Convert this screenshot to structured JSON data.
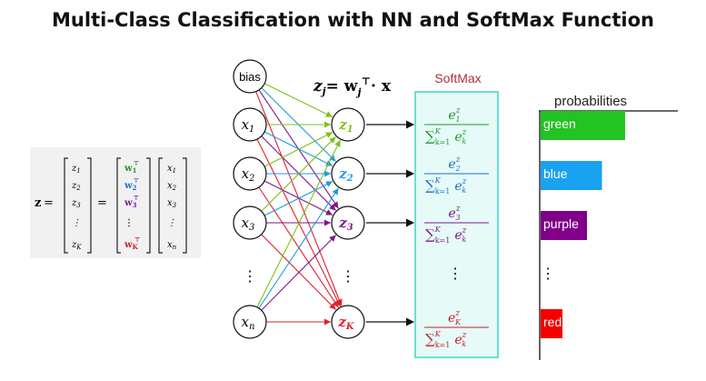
{
  "title": "Multi-Class Classification with NN and SoftMax Function",
  "matrix": {
    "lhs": "z",
    "equals": "=",
    "z_entries": [
      "z",
      "z",
      "z",
      "⋮",
      "z"
    ],
    "z_subs": [
      "1",
      "2",
      "3",
      "",
      "K"
    ],
    "w_entries": [
      "w",
      "w",
      "w",
      "⋮",
      "w"
    ],
    "w_subs": [
      "1",
      "2",
      "3",
      "",
      "K"
    ],
    "w_sup": "⊤",
    "x_entries": [
      "x",
      "x",
      "x",
      "⋮",
      "x"
    ],
    "x_subs": [
      "1",
      "2",
      "3",
      "",
      "n"
    ],
    "colors": [
      "#2e8b2e",
      "#1e6fd9",
      "#7b1fa2",
      "#333333",
      "#d0202a"
    ]
  },
  "inputs": {
    "bias": "bias",
    "nodes": [
      {
        "base": "x",
        "sub": "1"
      },
      {
        "base": "x",
        "sub": "2"
      },
      {
        "base": "x",
        "sub": "3"
      },
      {
        "base": "⋮",
        "sub": ""
      },
      {
        "base": "x",
        "sub": "n"
      }
    ]
  },
  "equation": {
    "lhs": "z",
    "lhs_sub": "j",
    "eq": "= w",
    "w_sub": "j",
    "w_sup": "⊤",
    "dot": "· x"
  },
  "outputs": [
    {
      "base": "z",
      "sub": "1",
      "color": "#7cc21a"
    },
    {
      "base": "z",
      "sub": "2",
      "color": "#1f9be0"
    },
    {
      "base": "z",
      "sub": "3",
      "color": "#7b1a8c"
    },
    {
      "base": "⋮",
      "sub": "",
      "color": "#333333"
    },
    {
      "base": "z",
      "sub": "K",
      "color": "#e0202e"
    }
  ],
  "edge_colors": [
    "#7cc21a",
    "#1f9be0",
    "#7b1a8c",
    "#e0202e"
  ],
  "softmax": {
    "label": "SoftMax",
    "label_color": "#b0303a",
    "box_color": "#3ed6c4",
    "fill_color": "#e6faf7",
    "formulas": [
      {
        "num_base": "e",
        "num_sup": "z",
        "num_sub": "1",
        "den_sum": "∑",
        "den_top": "K",
        "den_bot": "k=1",
        "den_base": "e",
        "den_sup": "z",
        "den_sub": "k",
        "color": "#1a9a2e"
      },
      {
        "num_base": "e",
        "num_sup": "z",
        "num_sub": "2",
        "den_sum": "∑",
        "den_top": "K",
        "den_bot": "k=1",
        "den_base": "e",
        "den_sup": "z",
        "den_sub": "k",
        "color": "#1f6fc0"
      },
      {
        "num_base": "e",
        "num_sup": "z",
        "num_sub": "3",
        "den_sum": "∑",
        "den_top": "K",
        "den_bot": "k=1",
        "den_base": "e",
        "den_sup": "z",
        "den_sub": "k",
        "color": "#7b1a8c"
      },
      {
        "num_base": "e",
        "num_sup": "z",
        "num_sub": "K",
        "den_sum": "∑",
        "den_top": "K",
        "den_bot": "k=1",
        "den_base": "e",
        "den_sup": "z",
        "den_sub": "k",
        "color": "#c0202a"
      }
    ],
    "ellipsis": "⋮"
  },
  "probabilities": {
    "label": "probabilities",
    "bars": [
      {
        "label": "green",
        "color": "#22c322",
        "value": 0.62
      },
      {
        "label": "blue",
        "color": "#1aa2f0",
        "value": 0.45
      },
      {
        "label": "purple",
        "color": "#80008a",
        "value": 0.34
      },
      {
        "label": "red",
        "color": "#f40000",
        "value": 0.16
      }
    ],
    "ellipsis": "⋮"
  }
}
